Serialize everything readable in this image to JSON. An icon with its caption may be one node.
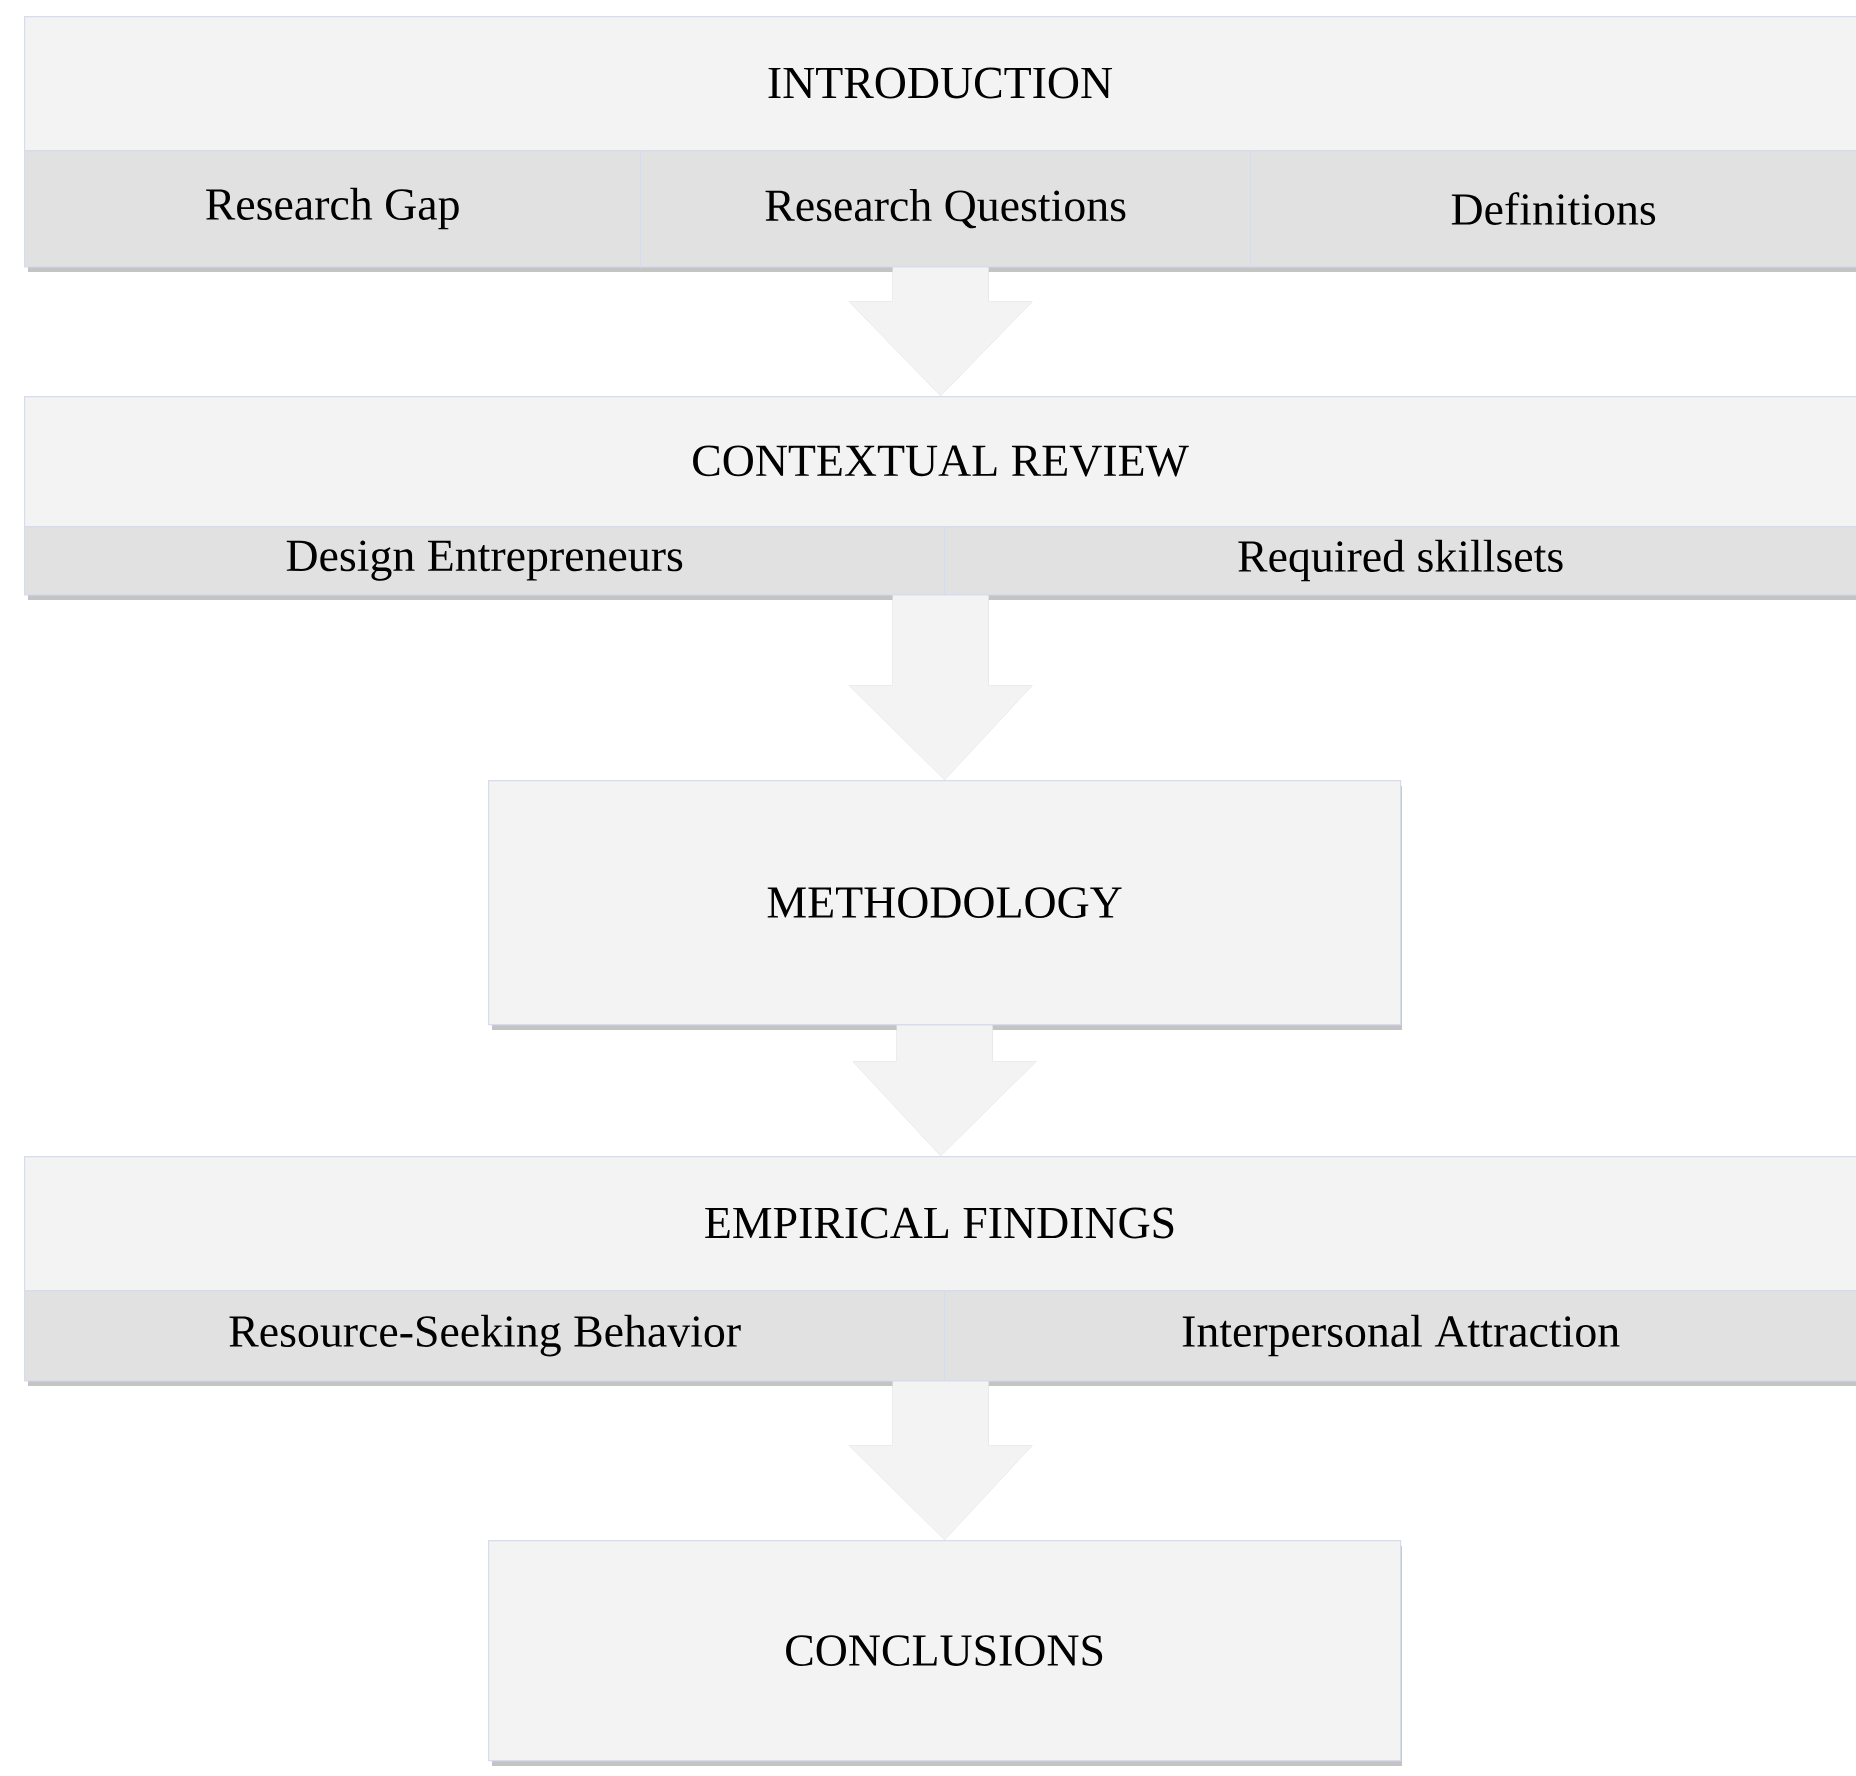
{
  "diagram": {
    "nodes": [
      {
        "text": [
          "INTRODUCTION"
        ]
      },
      {
        "text": [
          "Research Gap"
        ],
        "in": 0
      },
      {
        "text": [
          "Research Questions"
        ],
        "in": 0
      },
      {
        "text": [
          "Definitions"
        ],
        "in": 0
      },
      {
        "text": [
          "CONTEXTUAL REVIEW"
        ]
      },
      {
        "text": [
          "Design Entrepreneurs"
        ],
        "in": 4
      },
      {
        "text": [
          "Required skillsets"
        ],
        "in": 4
      },
      {
        "text": [
          "METHODOLOGY"
        ]
      },
      {
        "text": [
          "EMPIRICAL FINDINGS"
        ]
      },
      {
        "text": [
          "Resource-Seeking Behavior"
        ],
        "in": 8
      },
      {
        "text": [
          "Interpersonal Attraction"
        ],
        "in": 8
      },
      {
        "text": [
          "CONCLUSIONS"
        ]
      }
    ],
    "edges": [
      {
        "from": 0,
        "to": 4,
        "arrow": "to"
      },
      {
        "from": 4,
        "to": 7,
        "arrow": "to"
      },
      {
        "from": 7,
        "to": 8,
        "arrow": "to"
      },
      {
        "from": 8,
        "to": 11,
        "arrow": "to"
      }
    ]
  }
}
